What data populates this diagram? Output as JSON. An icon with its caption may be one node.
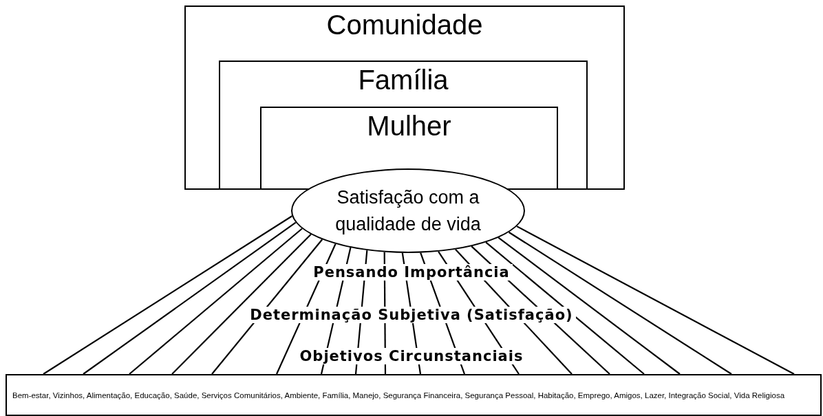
{
  "diagram": {
    "nodes": [
      {
        "text": [
          "Comunidade"
        ]
      },
      {
        "text": [
          "Família"
        ],
        "in": 0
      },
      {
        "text": [
          "Mulher"
        ],
        "in": 1
      },
      {
        "text": [
          "Satisfação com a qualidade de vida"
        ]
      },
      {
        "text": [
          "Bem-estar, Vizinhos, Alimentação, Educação, Saúde, Serviços Comunitários, Ambiente, Família, Manejo, Segurança Financeira, Segurança Pessoal, Habitação, Emprego, Amigos, Lazer, Integração Social, Vida Religiosa"
        ]
      }
    ],
    "edges": [
      {
        "from": 3,
        "to": 4,
        "arrow": "none"
      },
      {
        "from": 3,
        "to": 4,
        "arrow": "none"
      },
      {
        "from": 3,
        "to": 4,
        "arrow": "none"
      },
      {
        "from": 3,
        "to": 4,
        "arrow": "none"
      },
      {
        "from": 3,
        "to": 4,
        "arrow": "none"
      },
      {
        "from": 3,
        "to": 4,
        "arrow": "none"
      },
      {
        "from": 3,
        "to": 4,
        "arrow": "none"
      },
      {
        "from": 3,
        "to": 4,
        "arrow": "none"
      },
      {
        "from": 3,
        "to": 4,
        "arrow": "none"
      },
      {
        "from": 3,
        "to": 4,
        "arrow": "none"
      },
      {
        "from": 3,
        "to": 4,
        "arrow": "none"
      },
      {
        "from": 3,
        "to": 4,
        "arrow": "none"
      },
      {
        "from": 3,
        "to": 4,
        "arrow": "none"
      },
      {
        "from": 3,
        "to": 4,
        "arrow": "none"
      },
      {
        "from": 3,
        "to": 4,
        "arrow": "none"
      },
      {
        "from": 3,
        "to": 4,
        "arrow": "none"
      },
      {
        "from": 3,
        "to": 4,
        "arrow": "none"
      },
      {
        "from": 3,
        "to": 4,
        "arrow": "none"
      }
    ],
    "labels": [
      "Pensando Importância",
      "Determinação Subjetiva (Satisfação)",
      "Objetivos Circunstanciais"
    ]
  }
}
